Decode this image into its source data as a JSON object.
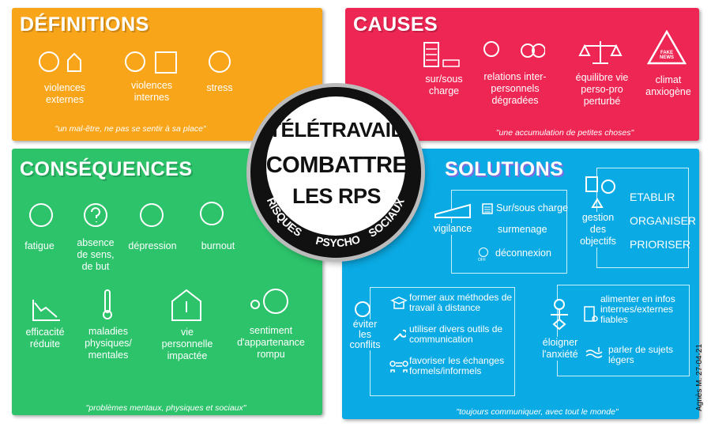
{
  "definitions": {
    "title": "DÉFINITIONS",
    "items": [
      "violences externes",
      "violences internes",
      "stress"
    ],
    "quote": "\"un mal-être, ne pas se sentir à sa place\""
  },
  "causes": {
    "title": "CAUSES",
    "items": [
      "sur/sous charge",
      "relations inter-personnels dégradées",
      "équilibre vie perso-pro perturbé",
      "climat anxiogène"
    ],
    "fake_news_icon_text": "FAKE NEWS",
    "quote": "\"une accumulation de petites choses\""
  },
  "consequences": {
    "title": "CONSÉQUENCES",
    "items": [
      "fatigue",
      "absence de sens, de but",
      "dépression",
      "burnout",
      "efficacité réduite",
      "maladies physiques/ mentales",
      "vie personnelle impactée",
      "sentiment d'appartenance rompu"
    ],
    "quote": "\"problèmes mentaux, physiques et sociaux\""
  },
  "center": {
    "line1": "TÉLÉTRAVAIL",
    "line2": "COMBATTRE",
    "line3": "LES RPS",
    "ring": [
      "RISQUES",
      "PSYCHO",
      "SOCIAUX"
    ]
  },
  "solutions": {
    "title": "SOLUTIONS",
    "vigilance": {
      "label": "vigilance",
      "items": [
        "Sur/sous charge",
        "surmenage",
        "déconnexion"
      ],
      "off_label": "OFF"
    },
    "objectifs": {
      "label": "gestion des objectifs",
      "items": [
        "ETABLIR",
        "ORGANISER",
        "PRIORISER"
      ]
    },
    "conflits": {
      "label": "éviter les conflits",
      "items": [
        "former aux méthodes de travail à distance",
        "utiliser divers outils de communication",
        "favoriser les échanges formels/informels"
      ]
    },
    "anxiete": {
      "label": "éloigner l'anxiété",
      "items": [
        "alimenter en infos internes/externes fiables",
        "parler de sujets légers"
      ]
    },
    "quote": "\"toujours communiquer, avec tout le monde\""
  },
  "signature": "Agnès M.   27-04-21"
}
